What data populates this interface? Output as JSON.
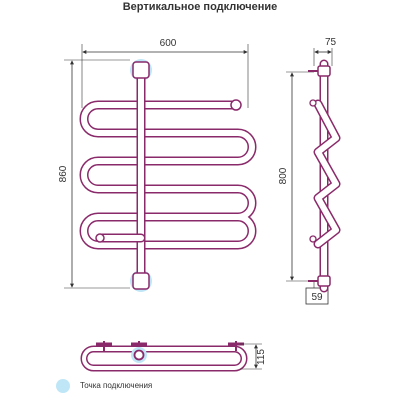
{
  "title": "Вертикальное подключение",
  "dimensions": {
    "width": "600",
    "height": "860",
    "depth": "75",
    "center_distance": "800",
    "wall_offset": "59",
    "bottom_depth": "115"
  },
  "legend": {
    "label": "Точка подключения",
    "color": "#bfe6f6"
  },
  "colors": {
    "pipe": "#8a2a6a",
    "connection": "#bfe6f6",
    "lines": "#333333"
  }
}
